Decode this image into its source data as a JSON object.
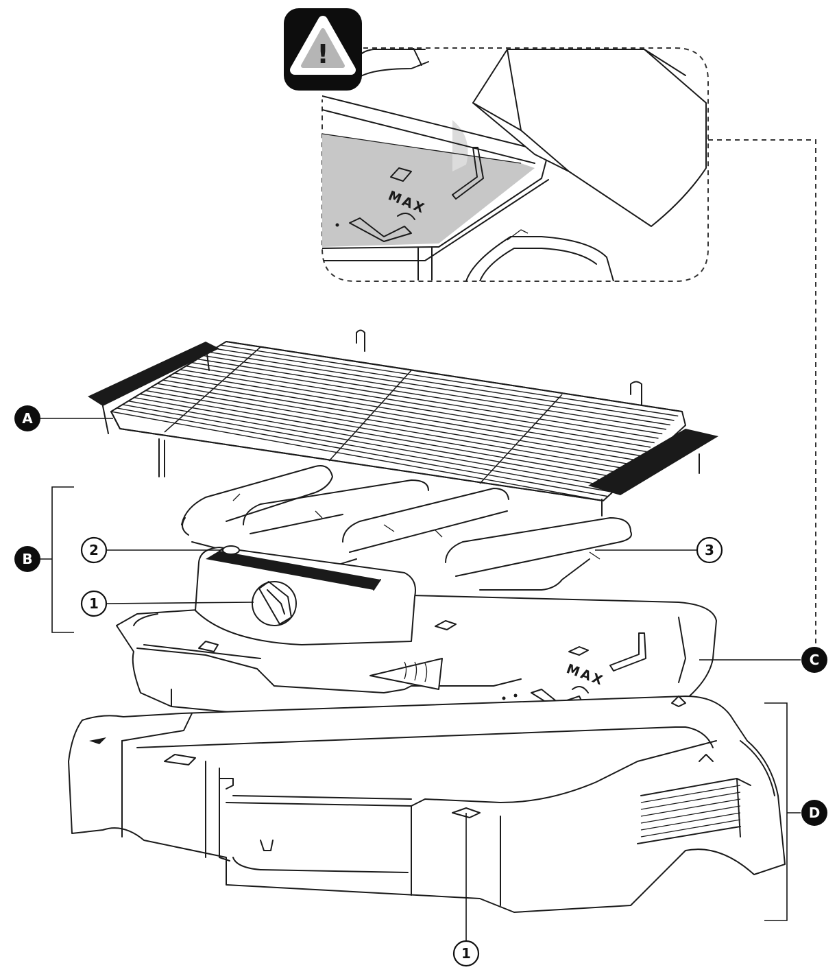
{
  "callouts": {
    "grill_rack": "A",
    "heating_element_assembly": "B",
    "drip_tray": "C",
    "base": "D",
    "thermostat_knob": "1",
    "indicator_light": "2",
    "heating_element": "3",
    "base_connector": "1"
  },
  "tray_marking": "MAX",
  "inset_marking": "MAX",
  "warning": {
    "symbol": "!"
  },
  "colors": {
    "water_fill": "#c7c7c7",
    "badge": "#0d0d0d",
    "line": "#1a1a1a"
  }
}
